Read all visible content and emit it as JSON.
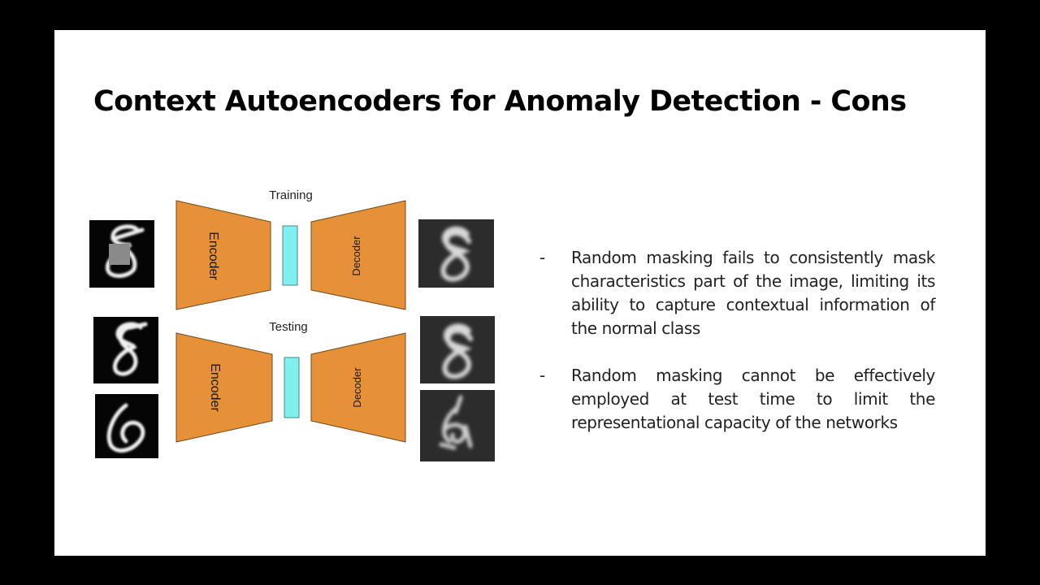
{
  "slide": {
    "title": "Context Autoencoders for Anomaly Detection - Cons"
  },
  "diagram": {
    "training_label": "Training",
    "testing_label": "Testing",
    "encoder_label": "Encoder",
    "decoder_label": "Decoder",
    "encoder_color": "#E69138",
    "bottleneck_color": "#7FEFEF",
    "digit_images": {
      "training_input": "masked digit 8",
      "training_output": "digit 8",
      "testing_input_normal": "digit 8",
      "testing_input_anomaly": "digit 6",
      "testing_output_normal": "digit 8",
      "testing_output_anomaly": "distorted digit 6"
    }
  },
  "bullets": [
    {
      "dash": "-",
      "text": "Random masking fails to consistently mask characteristics part of the image, limiting its ability to capture contextual information of the normal class"
    },
    {
      "dash": "-",
      "text": "Random masking cannot be effectively employed at test time to limit the representational capacity of the networks"
    }
  ]
}
